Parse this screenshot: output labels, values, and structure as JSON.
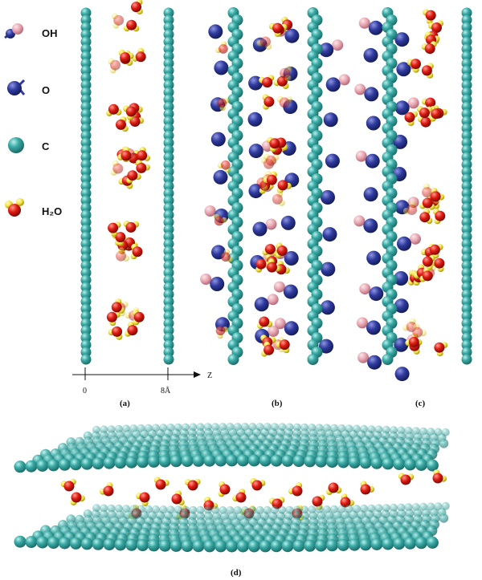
{
  "legend": [
    {
      "id": "oh",
      "label": "OH",
      "icon": "hydroxyl-group-icon"
    },
    {
      "id": "o",
      "label": "O",
      "icon": "oxygen-atom-icon"
    },
    {
      "id": "c",
      "label": "C",
      "icon": "carbon-atom-icon"
    },
    {
      "id": "h2o",
      "label": "H₂O",
      "icon": "water-molecule-icon"
    }
  ],
  "axis": {
    "label": "Z",
    "tick_0": "0",
    "tick_1": "8Å"
  },
  "panels": {
    "a": "(a)",
    "b": "(b)",
    "c": "(c)",
    "d": "(d)"
  },
  "colors": {
    "carbon": "#3aaaa5",
    "oxygen": "#2f3a9e",
    "hydroxyl": "#e8a5b0",
    "water_oxygen": "#e01c12",
    "water_hydrogen": "#f3e23c"
  }
}
